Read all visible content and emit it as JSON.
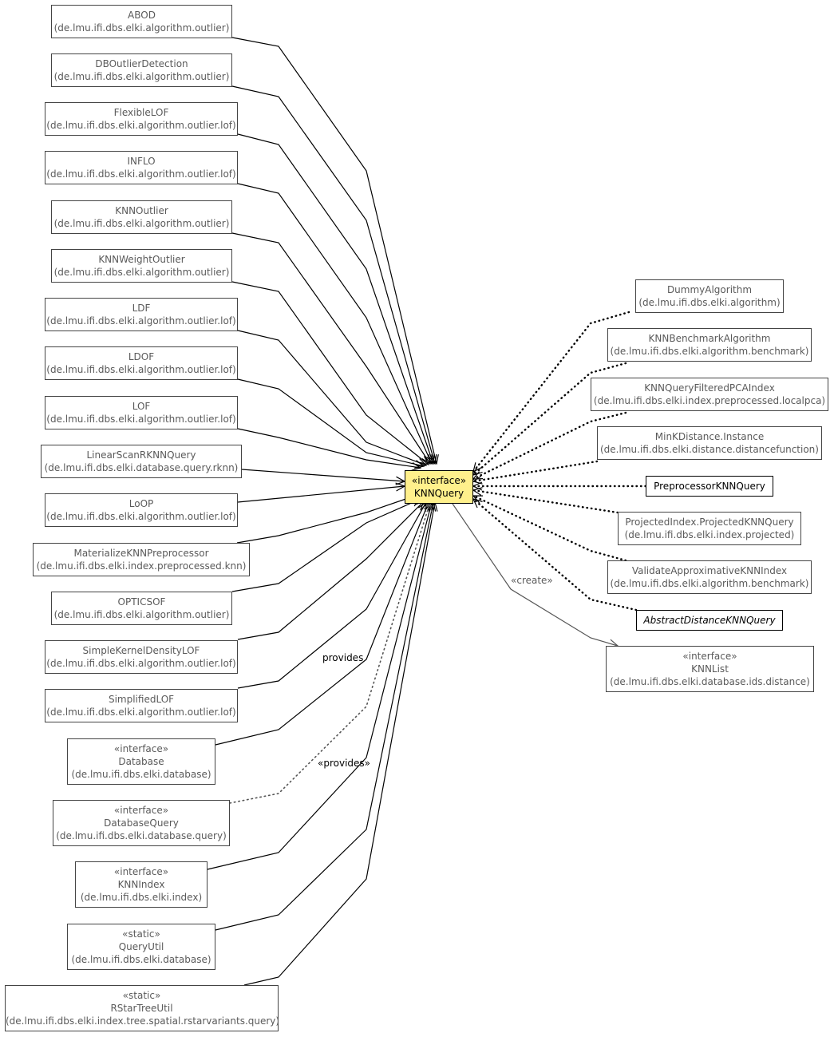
{
  "center": {
    "stereotype": "«interface»",
    "name": "KNNQuery"
  },
  "left_nodes": [
    {
      "id": "abod",
      "name": "ABOD",
      "pkg": "(de.lmu.ifi.dbs.elki.algorithm.outlier)"
    },
    {
      "id": "dboutlierdetection",
      "name": "DBOutlierDetection",
      "pkg": "(de.lmu.ifi.dbs.elki.algorithm.outlier)"
    },
    {
      "id": "flexiblelof",
      "name": "FlexibleLOF",
      "pkg": "(de.lmu.ifi.dbs.elki.algorithm.outlier.lof)"
    },
    {
      "id": "inflo",
      "name": "INFLO",
      "pkg": "(de.lmu.ifi.dbs.elki.algorithm.outlier.lof)"
    },
    {
      "id": "knnoutlier",
      "name": "KNNOutlier",
      "pkg": "(de.lmu.ifi.dbs.elki.algorithm.outlier)"
    },
    {
      "id": "knnweightoutlier",
      "name": "KNNWeightOutlier",
      "pkg": "(de.lmu.ifi.dbs.elki.algorithm.outlier)"
    },
    {
      "id": "ldf",
      "name": "LDF",
      "pkg": "(de.lmu.ifi.dbs.elki.algorithm.outlier.lof)"
    },
    {
      "id": "ldof",
      "name": "LDOF",
      "pkg": "(de.lmu.ifi.dbs.elki.algorithm.outlier.lof)"
    },
    {
      "id": "lof",
      "name": "LOF",
      "pkg": "(de.lmu.ifi.dbs.elki.algorithm.outlier.lof)"
    },
    {
      "id": "linearscanrknnquery",
      "name": "LinearScanRKNNQuery",
      "pkg": "(de.lmu.ifi.dbs.elki.database.query.rknn)"
    },
    {
      "id": "loop",
      "name": "LoOP",
      "pkg": "(de.lmu.ifi.dbs.elki.algorithm.outlier.lof)"
    },
    {
      "id": "materializeknnpreprocessor",
      "name": "MaterializeKNNPreprocessor",
      "pkg": "(de.lmu.ifi.dbs.elki.index.preprocessed.knn)"
    },
    {
      "id": "opticsof",
      "name": "OPTICSOF",
      "pkg": "(de.lmu.ifi.dbs.elki.algorithm.outlier)"
    },
    {
      "id": "simplekerneldensitylof",
      "name": "SimpleKernelDensityLOF",
      "pkg": "(de.lmu.ifi.dbs.elki.algorithm.outlier.lof)"
    },
    {
      "id": "simplifiedlof",
      "name": "SimplifiedLOF",
      "pkg": "(de.lmu.ifi.dbs.elki.algorithm.outlier.lof)"
    },
    {
      "id": "database",
      "stereotype": "«interface»",
      "name": "Database",
      "pkg": "(de.lmu.ifi.dbs.elki.database)"
    },
    {
      "id": "databasequery",
      "stereotype": "«interface»",
      "name": "DatabaseQuery",
      "pkg": "(de.lmu.ifi.dbs.elki.database.query)"
    },
    {
      "id": "knnindex",
      "stereotype": "«interface»",
      "name": "KNNIndex",
      "pkg": "(de.lmu.ifi.dbs.elki.index)"
    },
    {
      "id": "queryutil",
      "stereotype": "«static»",
      "name": "QueryUtil",
      "pkg": "(de.lmu.ifi.dbs.elki.database)"
    },
    {
      "id": "rstartreeutil",
      "stereotype": "«static»",
      "name": "RStarTreeUtil",
      "pkg": "(de.lmu.ifi.dbs.elki.index.tree.spatial.rstarvariants.query)"
    }
  ],
  "right_nodes": [
    {
      "id": "dummyalgorithm",
      "name": "DummyAlgorithm",
      "pkg": "(de.lmu.ifi.dbs.elki.algorithm)"
    },
    {
      "id": "knnbenchmarkalgorithm",
      "name": "KNNBenchmarkAlgorithm",
      "pkg": "(de.lmu.ifi.dbs.elki.algorithm.benchmark)"
    },
    {
      "id": "knnqueryfilteredpcaindex",
      "name": "KNNQueryFilteredPCAIndex",
      "pkg": "(de.lmu.ifi.dbs.elki.index.preprocessed.localpca)"
    },
    {
      "id": "minkdistance-instance",
      "name": "MinKDistance.Instance",
      "pkg": "(de.lmu.ifi.dbs.elki.distance.distancefunction)"
    },
    {
      "id": "preprocessorknnquery",
      "name": "PreprocessorKNNQuery"
    },
    {
      "id": "projectedindex-projectedknnquery",
      "name": "ProjectedIndex.ProjectedKNNQuery",
      "pkg": "(de.lmu.ifi.dbs.elki.index.projected)"
    },
    {
      "id": "validateapproximativeknnindex",
      "name": "ValidateApproximativeKNNIndex",
      "pkg": "(de.lmu.ifi.dbs.elki.algorithm.benchmark)"
    },
    {
      "id": "abstractdistanceknnquery",
      "name": "AbstractDistanceKNNQuery"
    },
    {
      "id": "knnlist",
      "stereotype": "«interface»",
      "name": "KNNList",
      "pkg": "(de.lmu.ifi.dbs.elki.database.ids.distance)"
    }
  ],
  "edge_labels": {
    "provides": "provides",
    "provides_stereo": "«provides»",
    "create": "«create»"
  }
}
